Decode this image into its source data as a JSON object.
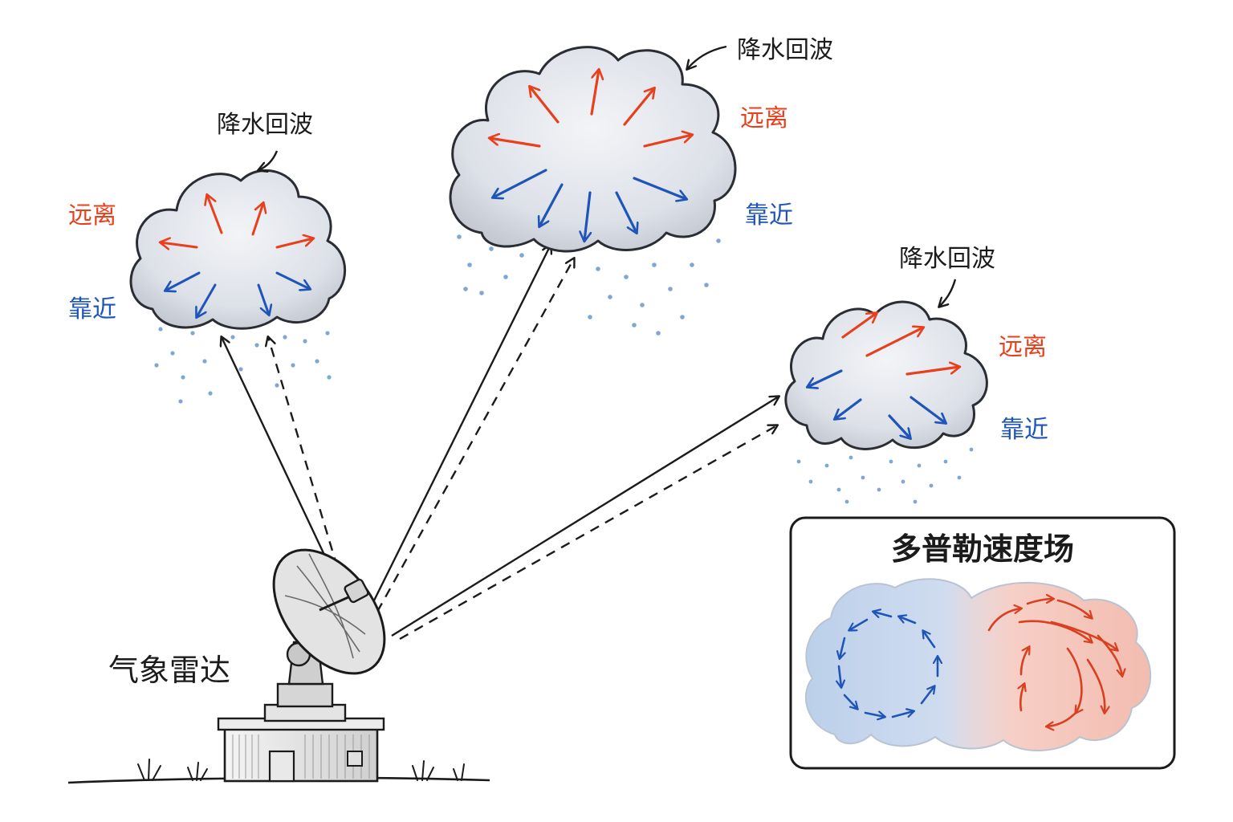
{
  "colors": {
    "away": "#e8401c",
    "approach": "#1f55b8",
    "cloud_fill": "#dfe3ea",
    "cloud_outline": "#2a2d33",
    "beam": "#1b1b1b",
    "rain": "#7fa7d3"
  },
  "radar": {
    "label": "气象雷达"
  },
  "clouds": [
    {
      "echo_label": "降水回波",
      "away_label": "远离",
      "approach_label": "靠近"
    },
    {
      "echo_label": "降水回波",
      "away_label": "远离",
      "approach_label": "靠近"
    },
    {
      "echo_label": "降水回波",
      "away_label": "远离",
      "approach_label": "靠近"
    }
  ],
  "inset": {
    "title": "多普勒速度场",
    "left_half": "approaching (blue)",
    "right_half": "receding (red)"
  }
}
